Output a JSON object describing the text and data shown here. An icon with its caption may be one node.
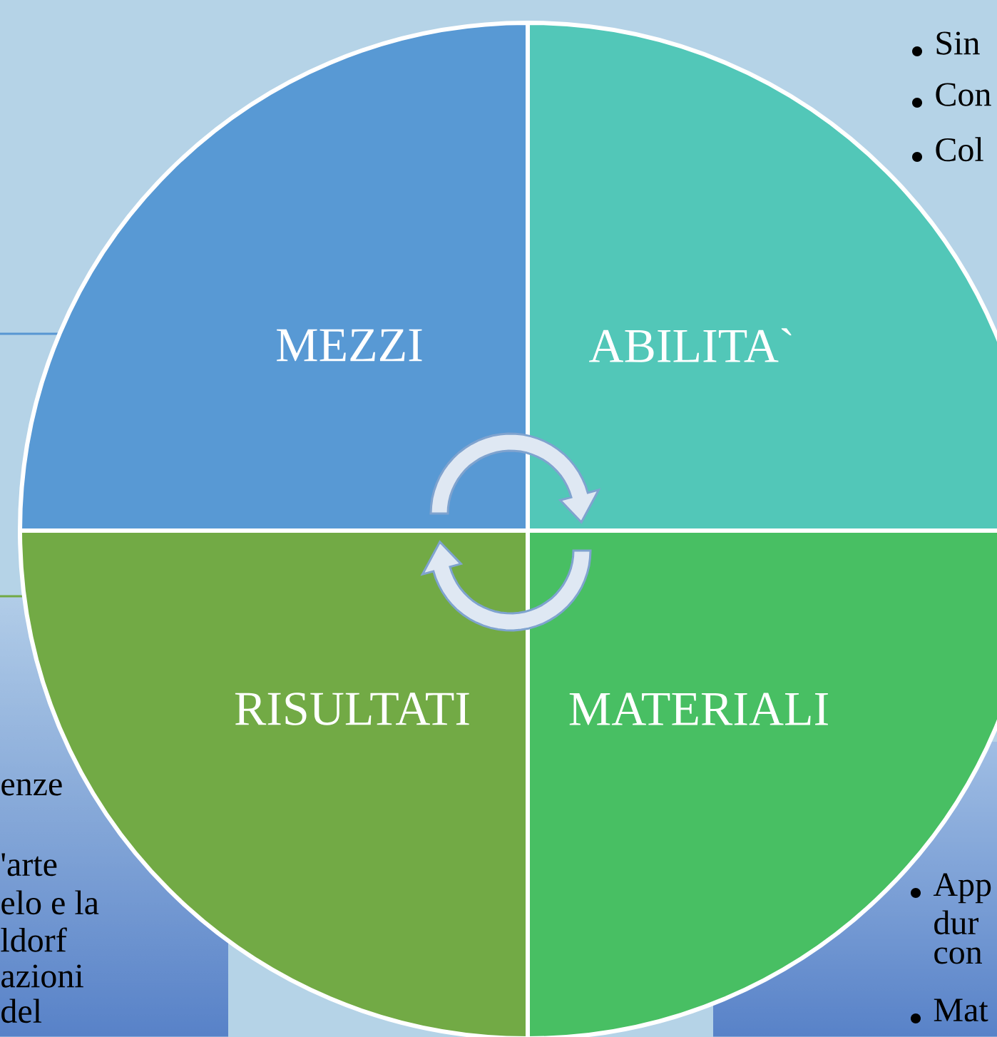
{
  "diagram": {
    "nodes": [
      {
        "text": [
          "MEZZI"
        ]
      },
      {
        "text": [
          "ABILITA`"
        ]
      },
      {
        "text": [
          "RISULTATI"
        ]
      },
      {
        "text": [
          "MATERIALI"
        ]
      }
    ],
    "edges": [
      {
        "from": 0,
        "to": 1,
        "arrow": "to"
      },
      {
        "from": 3,
        "to": 2,
        "arrow": "to"
      }
    ],
    "labels": [
      "Sin",
      "Con",
      "Col",
      "enze",
      "'arte",
      "elo e la",
      "ldorf",
      "azioni",
      "del",
      "App",
      "dur",
      "con",
      "Mat"
    ]
  }
}
